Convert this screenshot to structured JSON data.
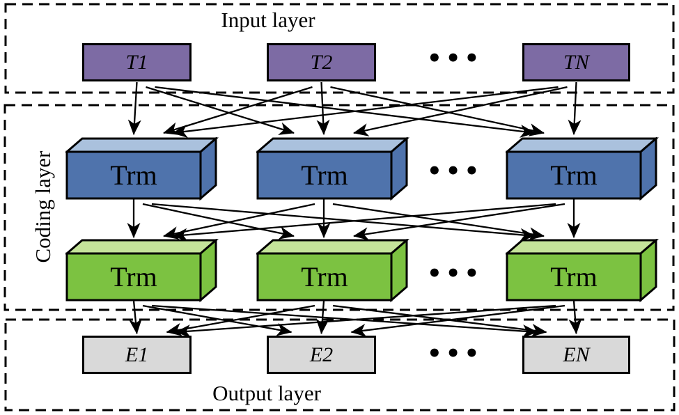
{
  "diagram": {
    "titles": {
      "input": "Input layer",
      "coding": "Coding layer",
      "output": "Output layer"
    },
    "input_boxes": [
      "T1",
      "T2",
      "TN"
    ],
    "trm_label": "Trm",
    "output_boxes": [
      "E1",
      "E2",
      "EN"
    ],
    "ellipsis": "•••",
    "colors": {
      "input_fill": "#7d6ba4",
      "trm_row1_front": "#4f73ac",
      "trm_row1_top": "#aac1dd",
      "trm_row2_front": "#7cc241",
      "trm_row2_top": "#c5e49a",
      "output_fill": "#d9d9d9",
      "line": "#000000"
    }
  }
}
